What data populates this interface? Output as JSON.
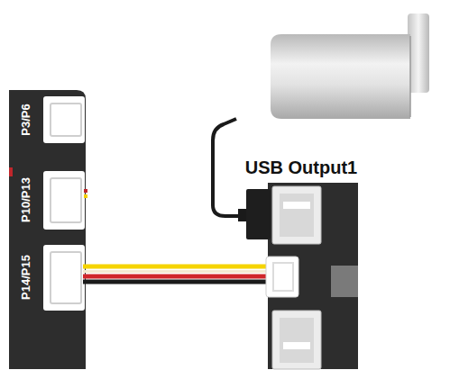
{
  "diagram": {
    "labels": [
      "P3/P6",
      "P10/P13",
      "P14/P15",
      "USB Output1"
    ]
  }
}
